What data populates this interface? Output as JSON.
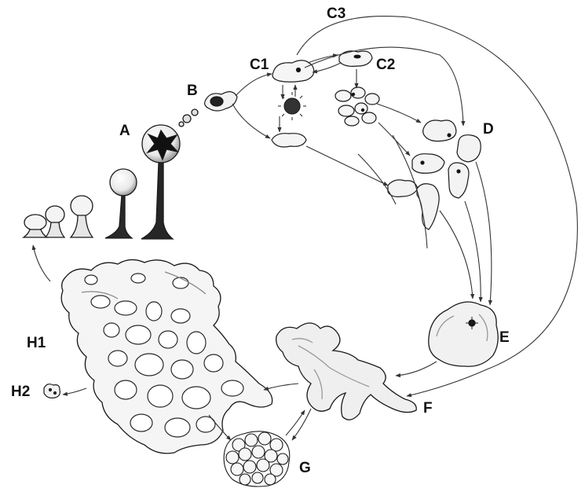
{
  "colors": {
    "ink": "#1a1a1a",
    "arrow": "#444444",
    "fill": "#f7f7f7",
    "shade": "#cfcfcf",
    "background": "#ffffff"
  },
  "labels": {
    "a": "A",
    "b": "B",
    "c1": "C1",
    "c2": "C2",
    "c3": "C3",
    "d": "D",
    "e": "E",
    "f": "F",
    "g": "G",
    "h1": "H1",
    "h2": "H2"
  }
}
